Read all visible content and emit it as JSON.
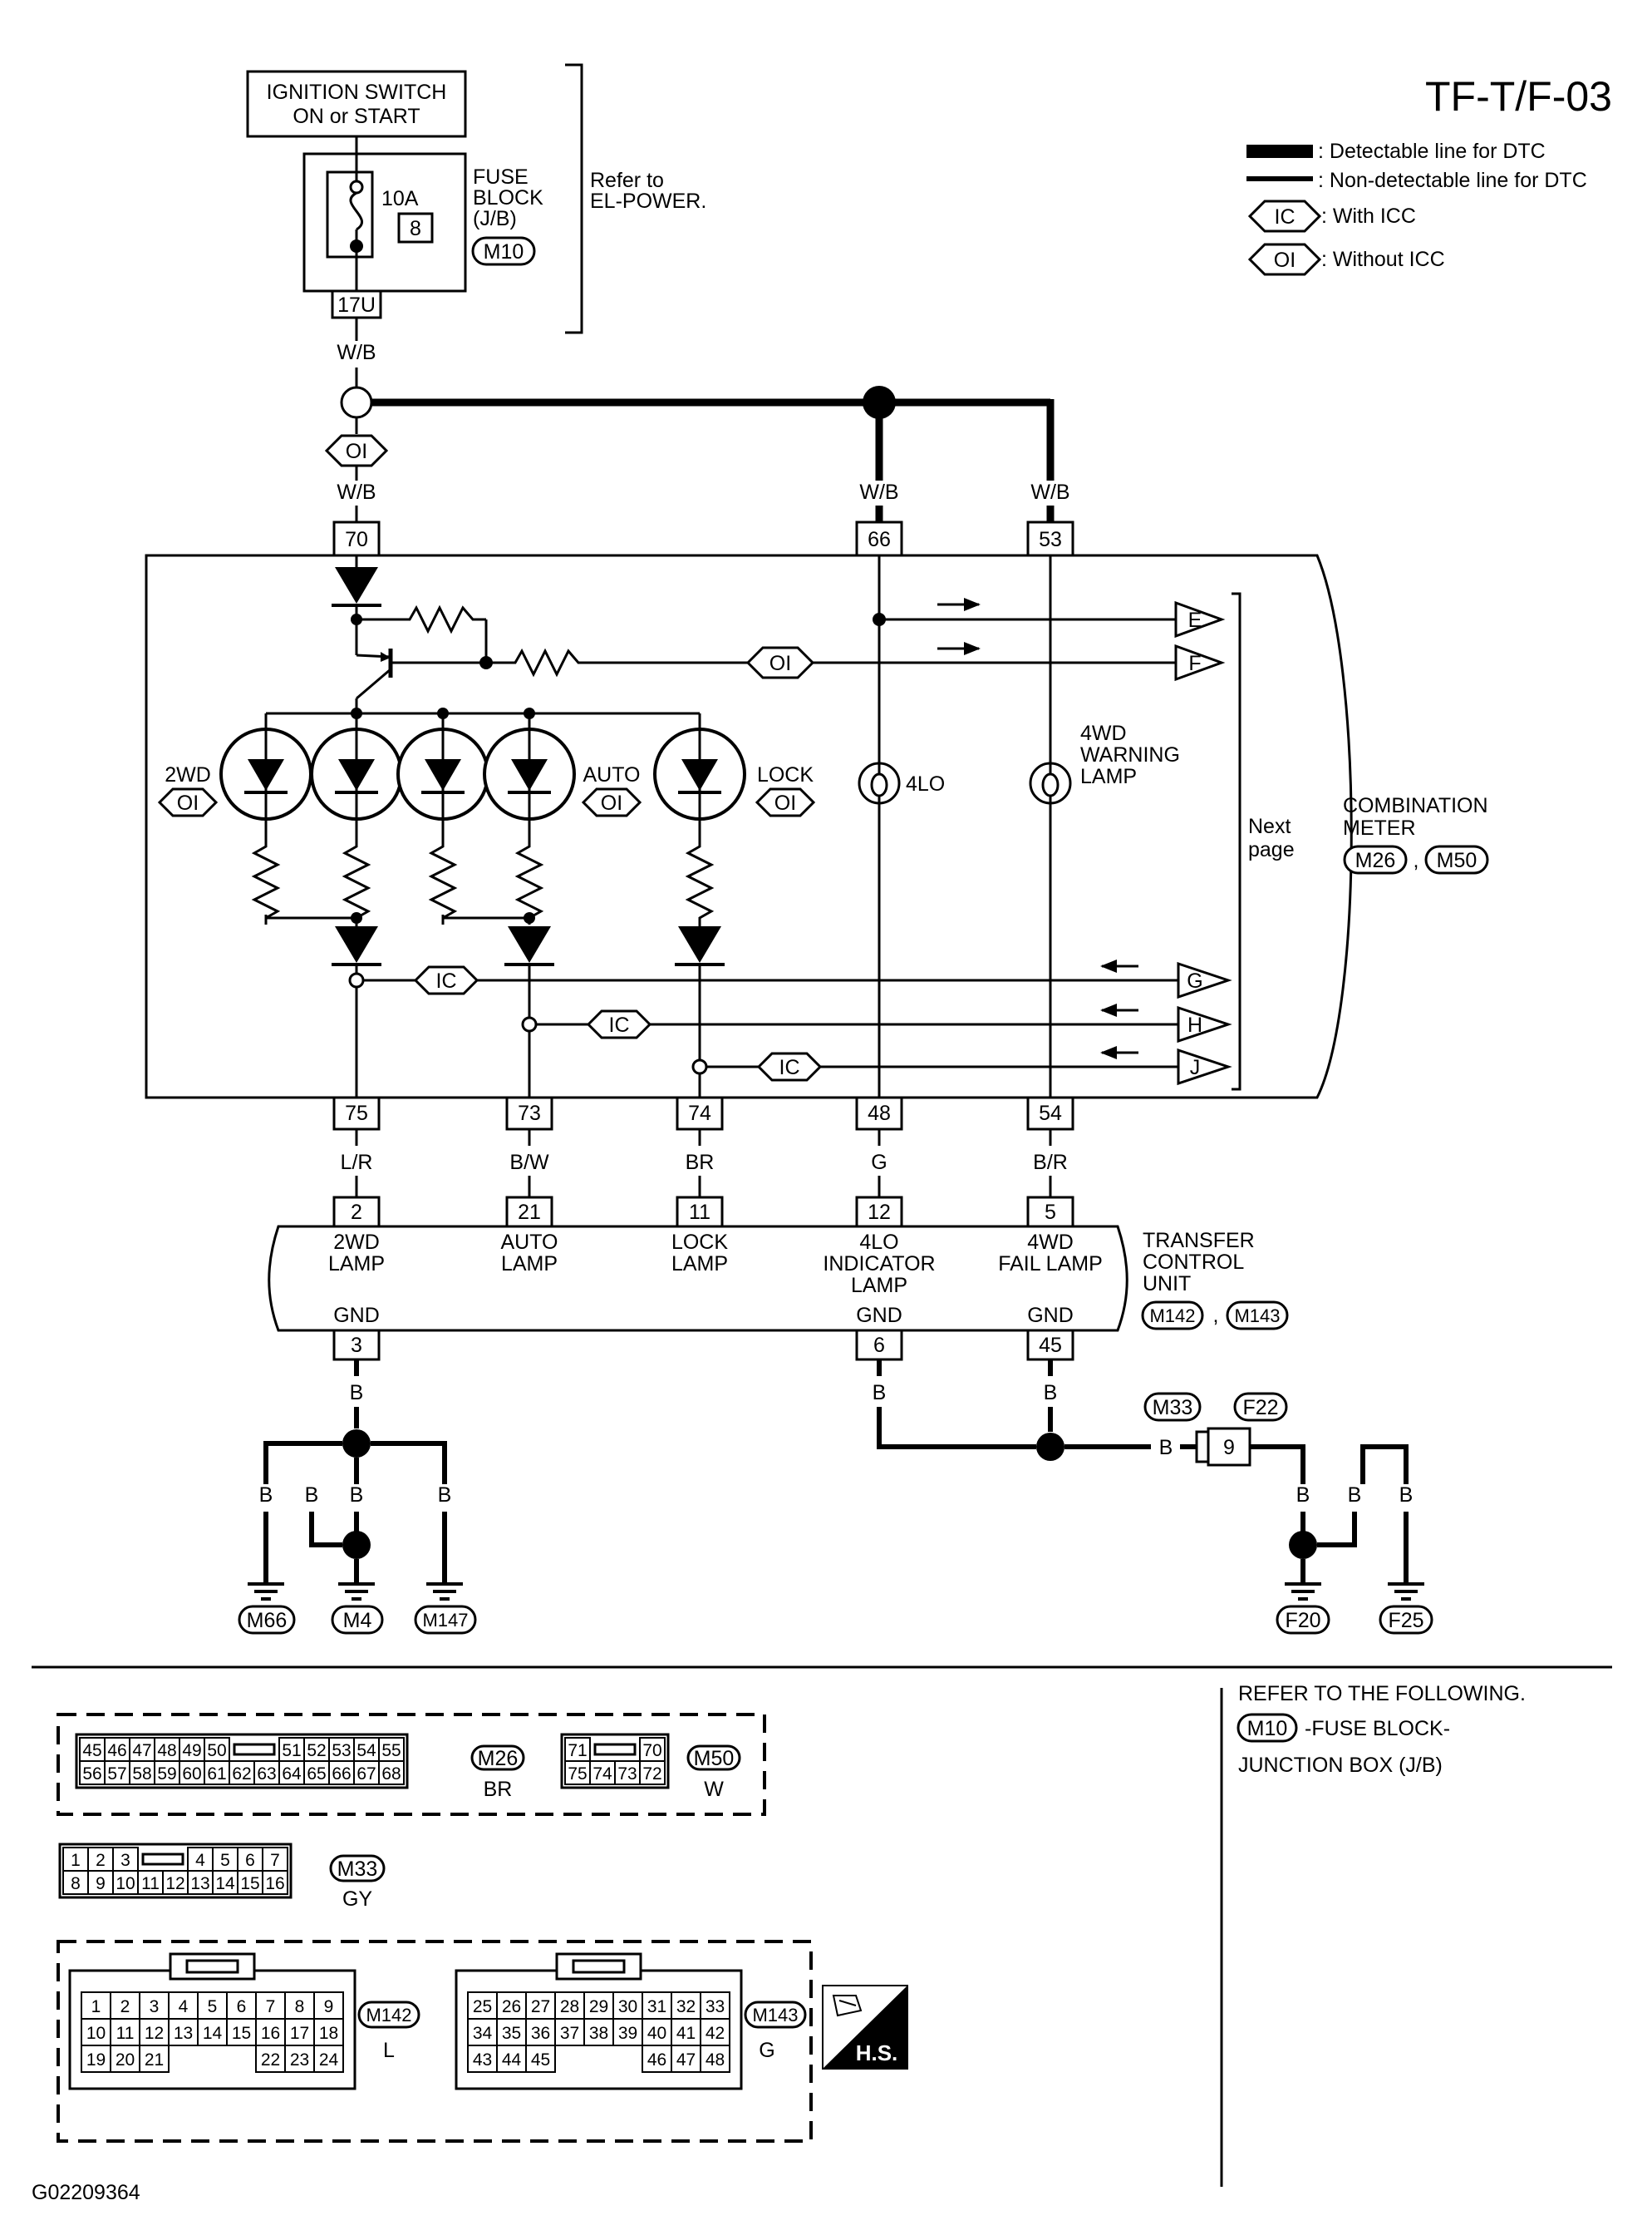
{
  "title": "TF-T/F-03",
  "legend": {
    "detectable": ": Detectable line for DTC",
    "non_detectable": ": Non-detectable line for DTC",
    "ic_tag": "IC",
    "ic_text": ": With ICC",
    "oi_tag": "OI",
    "oi_text": ": Without ICC"
  },
  "power": {
    "switch_line1": "IGNITION SWITCH",
    "switch_line2": "ON or START",
    "fuse_line1": "FUSE",
    "fuse_line2": "BLOCK",
    "fuse_line3": "(J/B)",
    "fuse_amp": "10A",
    "fuse_no": "8",
    "fuse_conn": "M10",
    "fuse_term": "17U",
    "refer_line1": "Refer to",
    "refer_line2": "EL-POWER."
  },
  "wires": {
    "wb": "W/B",
    "lr": "L/R",
    "bw": "B/W",
    "br": "BR",
    "g": "G",
    "b_r": "B/R",
    "b": "B"
  },
  "meter": {
    "pins_top": [
      "70",
      "66",
      "53"
    ],
    "pins_bottom": [
      "75",
      "73",
      "74",
      "48",
      "54"
    ],
    "out_arrows": [
      "E",
      "F"
    ],
    "in_arrows": [
      "G",
      "H",
      "J"
    ],
    "lamp_2wd": "2WD",
    "lamp_auto": "AUTO",
    "lamp_lock": "LOCK",
    "lamp_4lo": "4LO",
    "warn_line1": "4WD",
    "warn_line2": "WARNING",
    "warn_line3": "LAMP",
    "next_line1": "Next",
    "next_line2": "page",
    "name_line1": "COMBINATION",
    "name_line2": "METER",
    "conn_a": "M26",
    "conn_b": "M50",
    "sep": ","
  },
  "tcu": {
    "pins_top": [
      "2",
      "21",
      "11",
      "12",
      "5"
    ],
    "pins_bottom": [
      "3",
      "6",
      "45"
    ],
    "f_2wd_1": "2WD",
    "f_2wd_2": "LAMP",
    "f_auto_1": "AUTO",
    "f_auto_2": "LAMP",
    "f_lock_1": "LOCK",
    "f_lock_2": "LAMP",
    "f_4lo_1": "4LO",
    "f_4lo_2": "INDICATOR",
    "f_4lo_3": "LAMP",
    "f_4wd_1": "4WD",
    "f_4wd_2": "FAIL LAMP",
    "gnd": "GND",
    "name_line1": "TRANSFER",
    "name_line2": "CONTROL",
    "name_line3": "UNIT",
    "conn_a": "M142",
    "conn_b": "M143"
  },
  "grounds": {
    "m66": "M66",
    "m4": "M4",
    "m147": "M147",
    "m33": "M33",
    "f22": "F22",
    "joint_pin": "9",
    "f20": "F20",
    "f25": "F25"
  },
  "refer": {
    "line1": "REFER TO THE FOLLOWING.",
    "conn": "M10",
    "line2": "-FUSE BLOCK-",
    "line3": "JUNCTION BOX (J/B)"
  },
  "connectors": {
    "m26_top": [
      "45",
      "46",
      "47",
      "48",
      "49",
      "50",
      "51",
      "52",
      "53",
      "54",
      "55"
    ],
    "m26_bot": [
      "56",
      "57",
      "58",
      "59",
      "60",
      "61",
      "62",
      "63",
      "64",
      "65",
      "66",
      "67",
      "68"
    ],
    "m26_name": "M26",
    "m26_color": "BR",
    "m50_top": [
      "71",
      "70"
    ],
    "m50_bot": [
      "75",
      "74",
      "73",
      "72"
    ],
    "m50_name": "M50",
    "m50_color": "W",
    "m33_top": [
      "1",
      "2",
      "3",
      "4",
      "5",
      "6",
      "7"
    ],
    "m33_bot": [
      "8",
      "9",
      "10",
      "11",
      "12",
      "13",
      "14",
      "15",
      "16"
    ],
    "m33_name": "M33",
    "m33_color": "GY",
    "m142_r1": [
      "1",
      "2",
      "3",
      "4",
      "5",
      "6",
      "7",
      "8",
      "9"
    ],
    "m142_r2": [
      "10",
      "11",
      "12",
      "13",
      "14",
      "15",
      "16",
      "17",
      "18"
    ],
    "m142_r3a": [
      "19",
      "20",
      "21"
    ],
    "m142_r3b": [
      "22",
      "23",
      "24"
    ],
    "m142_name": "M142",
    "m142_color": "L",
    "m143_r1": [
      "25",
      "26",
      "27",
      "28",
      "29",
      "30",
      "31",
      "32",
      "33"
    ],
    "m143_r2": [
      "34",
      "35",
      "36",
      "37",
      "38",
      "39",
      "40",
      "41",
      "42"
    ],
    "m143_r3a": [
      "43",
      "44",
      "45"
    ],
    "m143_r3b": [
      "46",
      "47",
      "48"
    ],
    "m143_name": "M143",
    "m143_color": "G",
    "hs_label": "H.S."
  },
  "figure_id": "G02209364"
}
